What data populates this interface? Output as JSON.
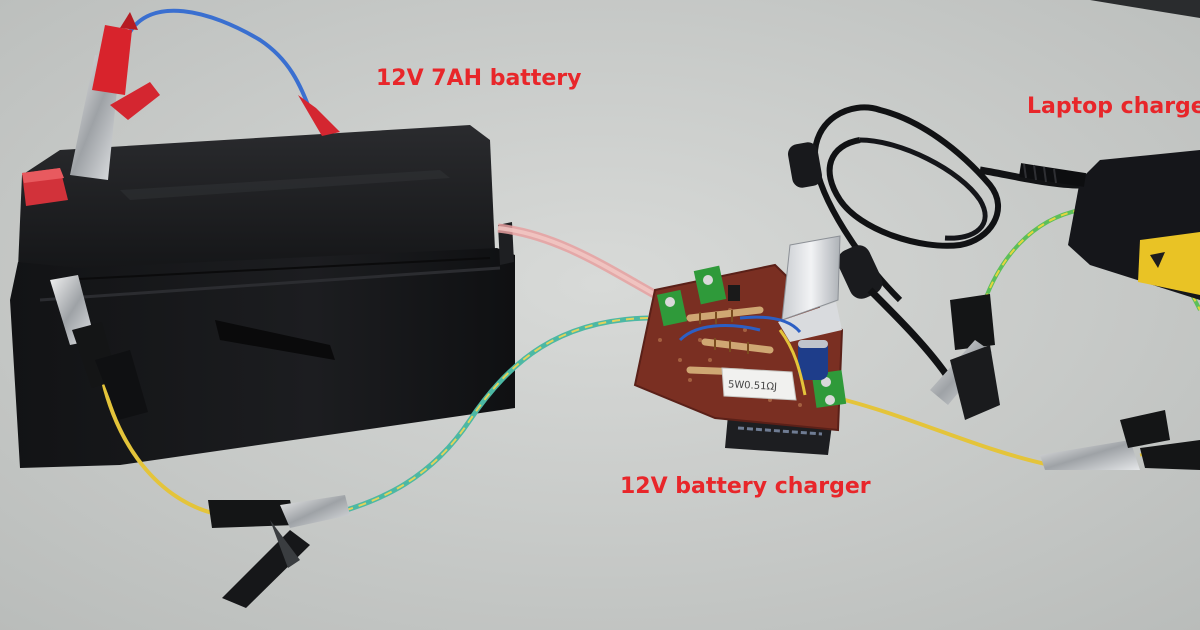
{
  "labels": {
    "battery": "12V 7AH battery",
    "charger": "12V battery charger",
    "laptop_charger": "Laptop charge"
  },
  "board_markings": {
    "resistor": "5W0.51ΩJ"
  },
  "colors": {
    "label_text": "#e8262a",
    "background": "#cfd1cf",
    "battery_body": "#1a1b1d",
    "pcb": "#7a2f22",
    "terminal_block": "#2f9a3a"
  }
}
